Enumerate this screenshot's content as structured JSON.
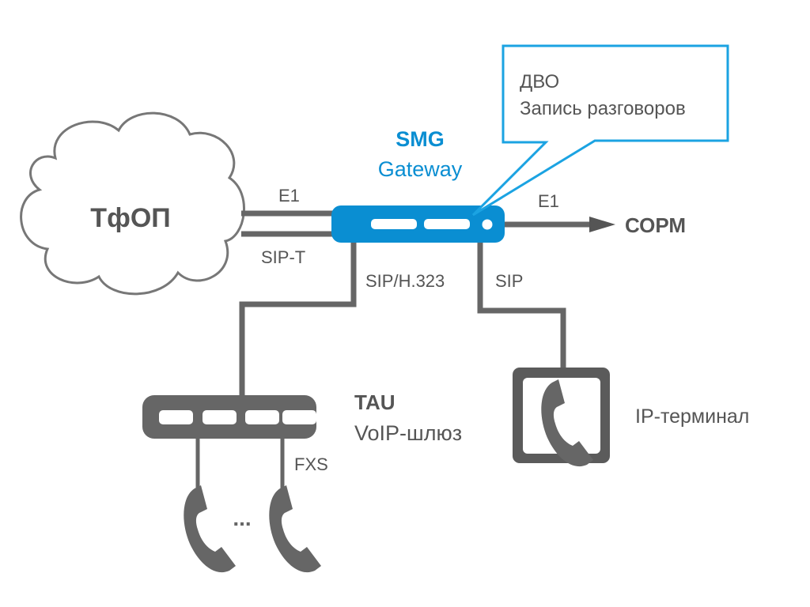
{
  "nodes": {
    "pstn": "ТфОП",
    "smg_title": "SMG",
    "smg_subtitle": "Gateway",
    "sorm": "СОРМ",
    "tau_title": "TAU",
    "tau_subtitle": "VoIP-шлюз",
    "ip_terminal": "IP-терминал"
  },
  "callout": {
    "line1": "ДВО",
    "line2": "Запись разговоров"
  },
  "links": {
    "e1_left": "E1",
    "sip_t": "SIP-T",
    "e1_right": "E1",
    "sip_h323": "SIP/H.323",
    "sip": "SIP",
    "fxs": "FXS",
    "ellipsis": "..."
  },
  "colors": {
    "accent": "#0a8ed2",
    "gray": "#666666"
  }
}
